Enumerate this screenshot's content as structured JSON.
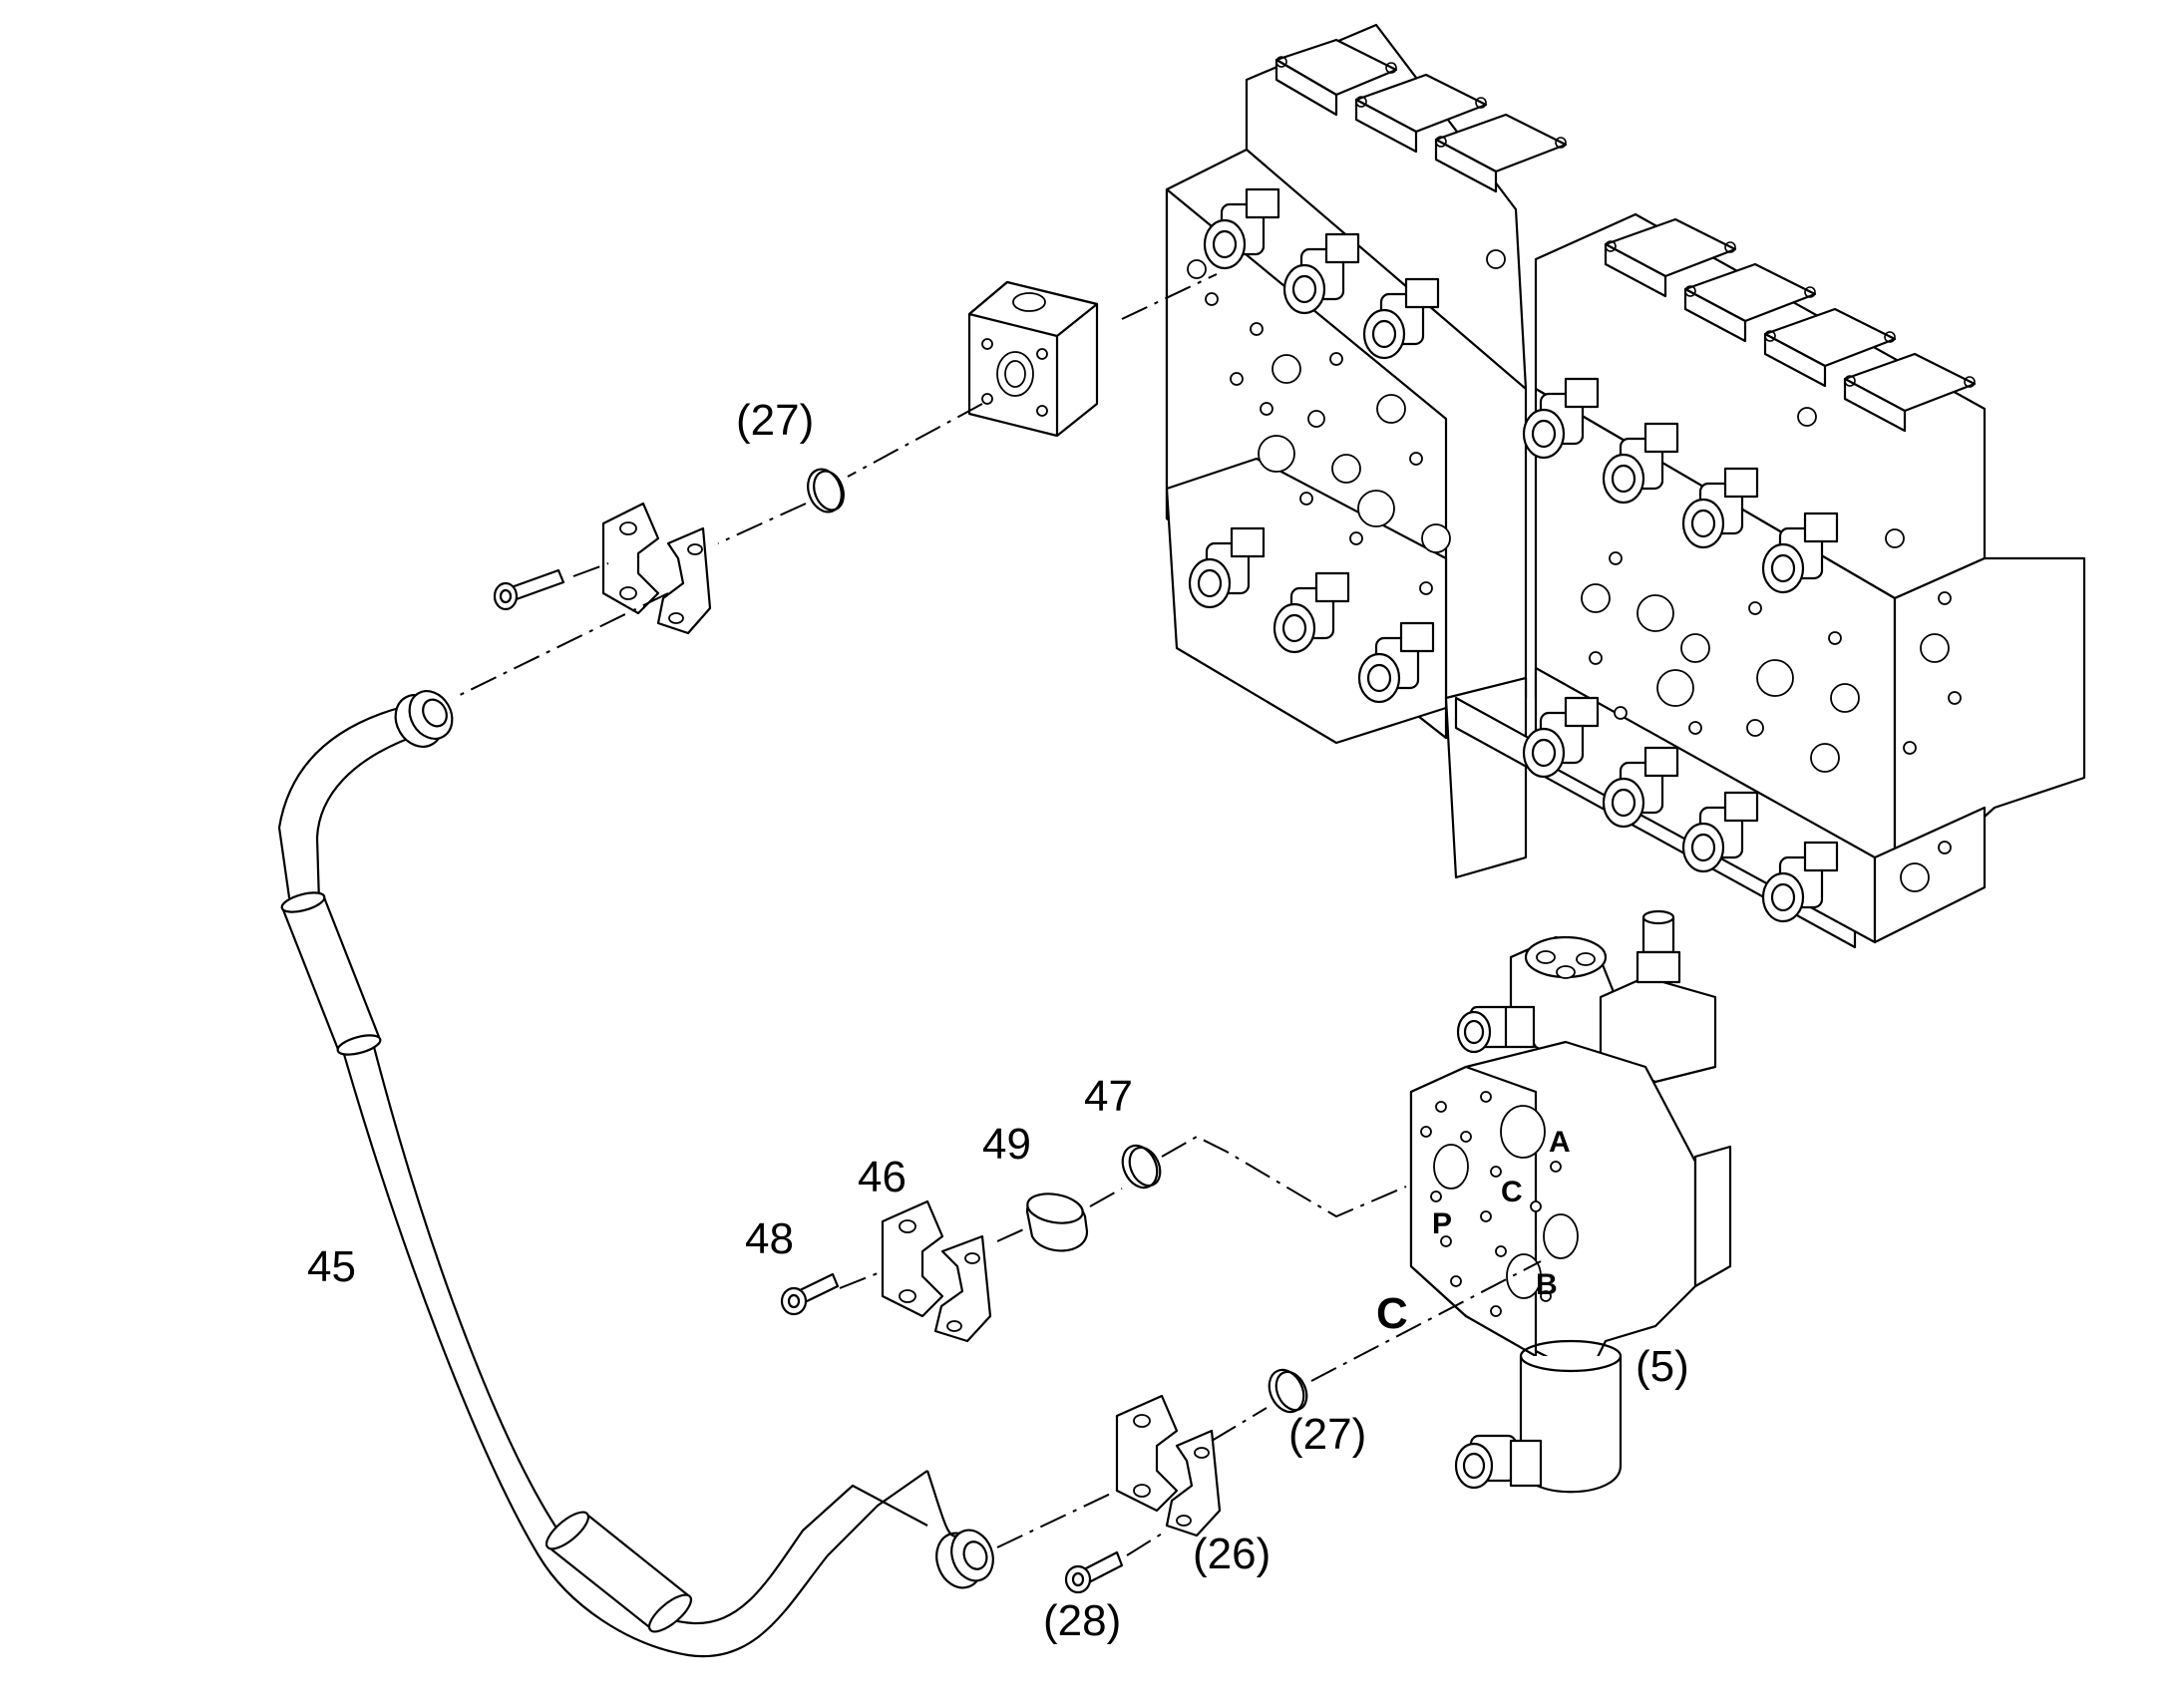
{
  "callouts": {
    "hose": "45",
    "flange_clamp_upper": "46",
    "o_ring_upper": "47",
    "screw_upper": "48",
    "seal_ring": "49",
    "o_ring_top": "(27)",
    "o_ring_lower": "(27)",
    "flange_clamp_lower": "(26)",
    "screw_lower": "(28)",
    "valve_section": "(5)",
    "line_marker": "C"
  },
  "ports": {
    "a": "A",
    "c": "C",
    "p": "P",
    "b": "B"
  }
}
